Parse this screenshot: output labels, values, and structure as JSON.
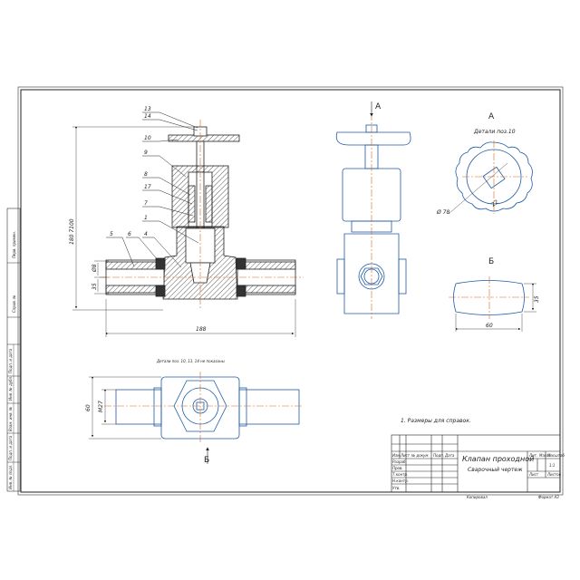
{
  "views": {
    "a_arrow": "А",
    "a_title": "А",
    "a_subtitle": "Детали поз.10",
    "b_title": "Б",
    "b_arrow": "Б"
  },
  "leaders": [
    "13",
    "14",
    "10",
    "9",
    "8",
    "17",
    "7",
    "1",
    "5",
    "6",
    "4"
  ],
  "dims": {
    "height_total": "180 7100",
    "left_top": "Ø8",
    "left_bot": "35",
    "width_total": "188",
    "a_diam": "Ø 78",
    "a_key": "22",
    "b_height": "35",
    "b_width": "60",
    "plan_h1": "M27",
    "plan_h2": "60"
  },
  "notes": {
    "parts_note": "Детали поз. 10, 13, 14 не показаны",
    "tech_req": "1. Размеры для справок."
  },
  "side_stamp": [
    "Перв. примен.",
    "Справ. №",
    "Подп. и дата",
    "Инв. № дубл.",
    "Взам. инв. №",
    "Подп. и дата",
    "Инв. № подл."
  ],
  "title_block": {
    "title_line1": "Клапан проходной",
    "title_line2": "Сварочный чертеж",
    "col_lit": "Лит.",
    "col_mass": "Масса",
    "col_scale": "Масштаб",
    "scale_value": "1:1",
    "sheet": "Лист",
    "sheets": "Листов",
    "rows": [
      "Изм.",
      "Лист",
      "№ докум.",
      "Подп.",
      "Дата",
      "Разраб.",
      "Пров.",
      "Т.контр.",
      "Н.контр.",
      "Утв."
    ],
    "copied": "Копировал",
    "format": "Формат  А3"
  }
}
